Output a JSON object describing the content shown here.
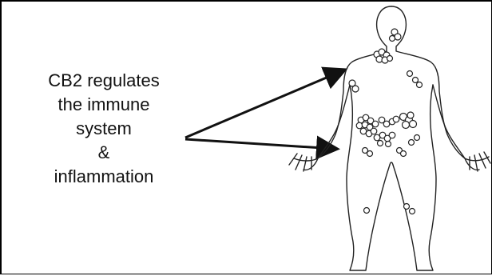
{
  "caption": {
    "lines": [
      "CB2 regulates",
      "the immune",
      "system",
      "&",
      "inflammation"
    ]
  },
  "colors": {
    "ink": "#111111",
    "background": "#ffffff"
  },
  "figure": {
    "subject": "human-body-outline",
    "markers": "circle-clusters"
  }
}
